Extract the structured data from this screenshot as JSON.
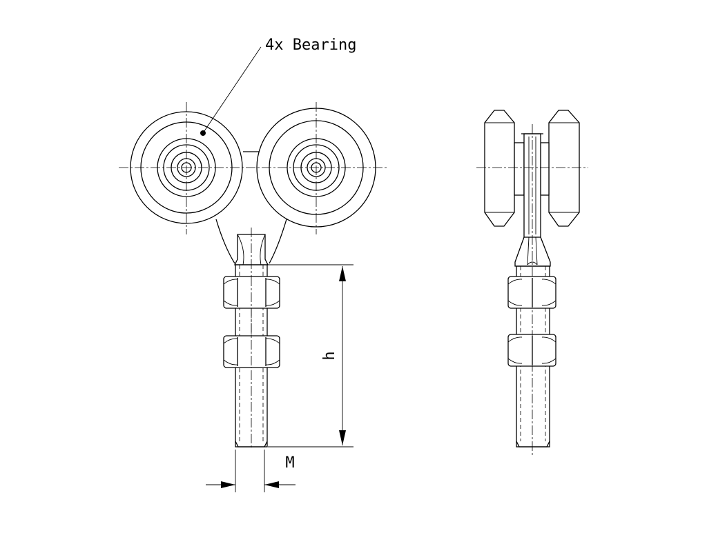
{
  "drawing": {
    "callout_label": "4x Bearing",
    "dimension_height_label": "h",
    "dimension_thread_label": "M"
  }
}
